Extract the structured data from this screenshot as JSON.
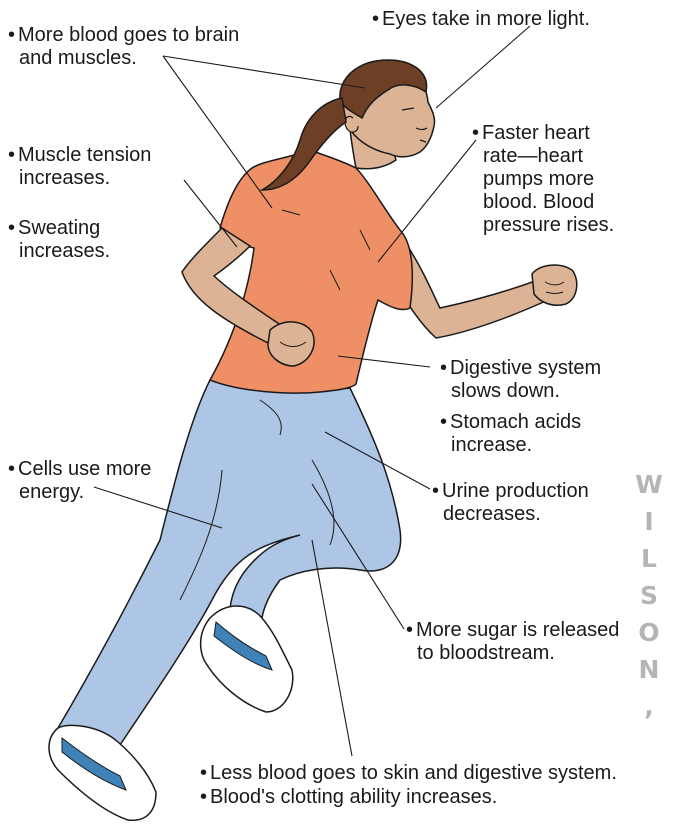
{
  "labels": {
    "eyes": [
      "Eyes take in more light."
    ],
    "blood_brain": [
      "More blood goes to brain",
      "and muscles."
    ],
    "muscle": [
      "Muscle tension",
      "increases."
    ],
    "sweat": [
      "Sweating",
      "increases."
    ],
    "heart": [
      "Faster heart",
      "rate—heart",
      "pumps more",
      "blood. Blood",
      "pressure rises."
    ],
    "digestive": [
      "Digestive system",
      "slows down."
    ],
    "stomach": [
      "Stomach acids",
      "increase."
    ],
    "cells": [
      "Cells use more",
      "energy."
    ],
    "urine": [
      "Urine production",
      "decreases."
    ],
    "sugar": [
      "More sugar is released",
      "to bloodstream."
    ],
    "skin": [
      "Less blood goes to skin and digestive system."
    ],
    "clotting": [
      "Blood's clotting ability increases."
    ]
  },
  "bullet": "•",
  "watermark": [
    "W",
    "I",
    "L",
    "S",
    "O",
    "N",
    ","
  ],
  "colors": {
    "shirt": "#ee8f66",
    "pants": "#adc6e6",
    "skin": "#dcb394",
    "hair": "#6d3f24",
    "shoe_accent": "#3f82b8",
    "line": "#1a1a1a"
  }
}
